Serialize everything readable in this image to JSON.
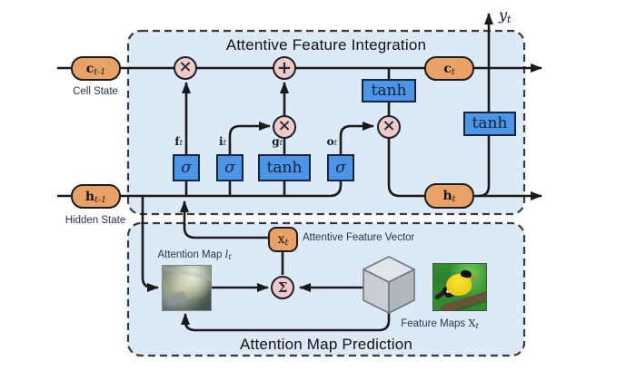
{
  "colors": {
    "panel_fill": "#dce9f7",
    "panel_border": "#3a3a3a",
    "state_fill": "#e9a266",
    "gate_fill": "#4b94e6",
    "operator_fill": "#f1c9c5",
    "line": "#1a1a1a"
  },
  "panels": {
    "integration_title": "Attentive Feature Integration",
    "prediction_title": "Attention Map Prediction"
  },
  "states": {
    "cell_prev": {
      "base": "c",
      "sub": "t-1",
      "caption": "Cell State"
    },
    "hidden_prev": {
      "base": "h",
      "sub": "t-1",
      "caption": "Hidden State"
    },
    "cell_out": {
      "base": "c",
      "sub": "t"
    },
    "hidden_out": {
      "base": "h",
      "sub": "t"
    },
    "output": {
      "base": "y",
      "sub": "t"
    }
  },
  "gates": {
    "forget": {
      "base": "f",
      "sub": "t",
      "box": "σ"
    },
    "input": {
      "base": "i",
      "sub": "t",
      "box": "σ"
    },
    "candidate": {
      "base": "g",
      "sub": "t",
      "box": "tanh"
    },
    "output_gate": {
      "base": "o",
      "sub": "t",
      "box": "σ"
    },
    "cell_tanh": "tanh",
    "output_tanh": "tanh"
  },
  "operators": {
    "multiply": "×",
    "add": "+",
    "sum": "Σ"
  },
  "attention": {
    "vector": {
      "base": "x",
      "sub": "t",
      "caption": "Attentive Feature Vector"
    },
    "map_caption": {
      "text": "Attention Map",
      "var": "l",
      "sub": "t"
    },
    "feature_caption": {
      "text": "Feature Maps",
      "var": "X",
      "sub": "t"
    }
  }
}
